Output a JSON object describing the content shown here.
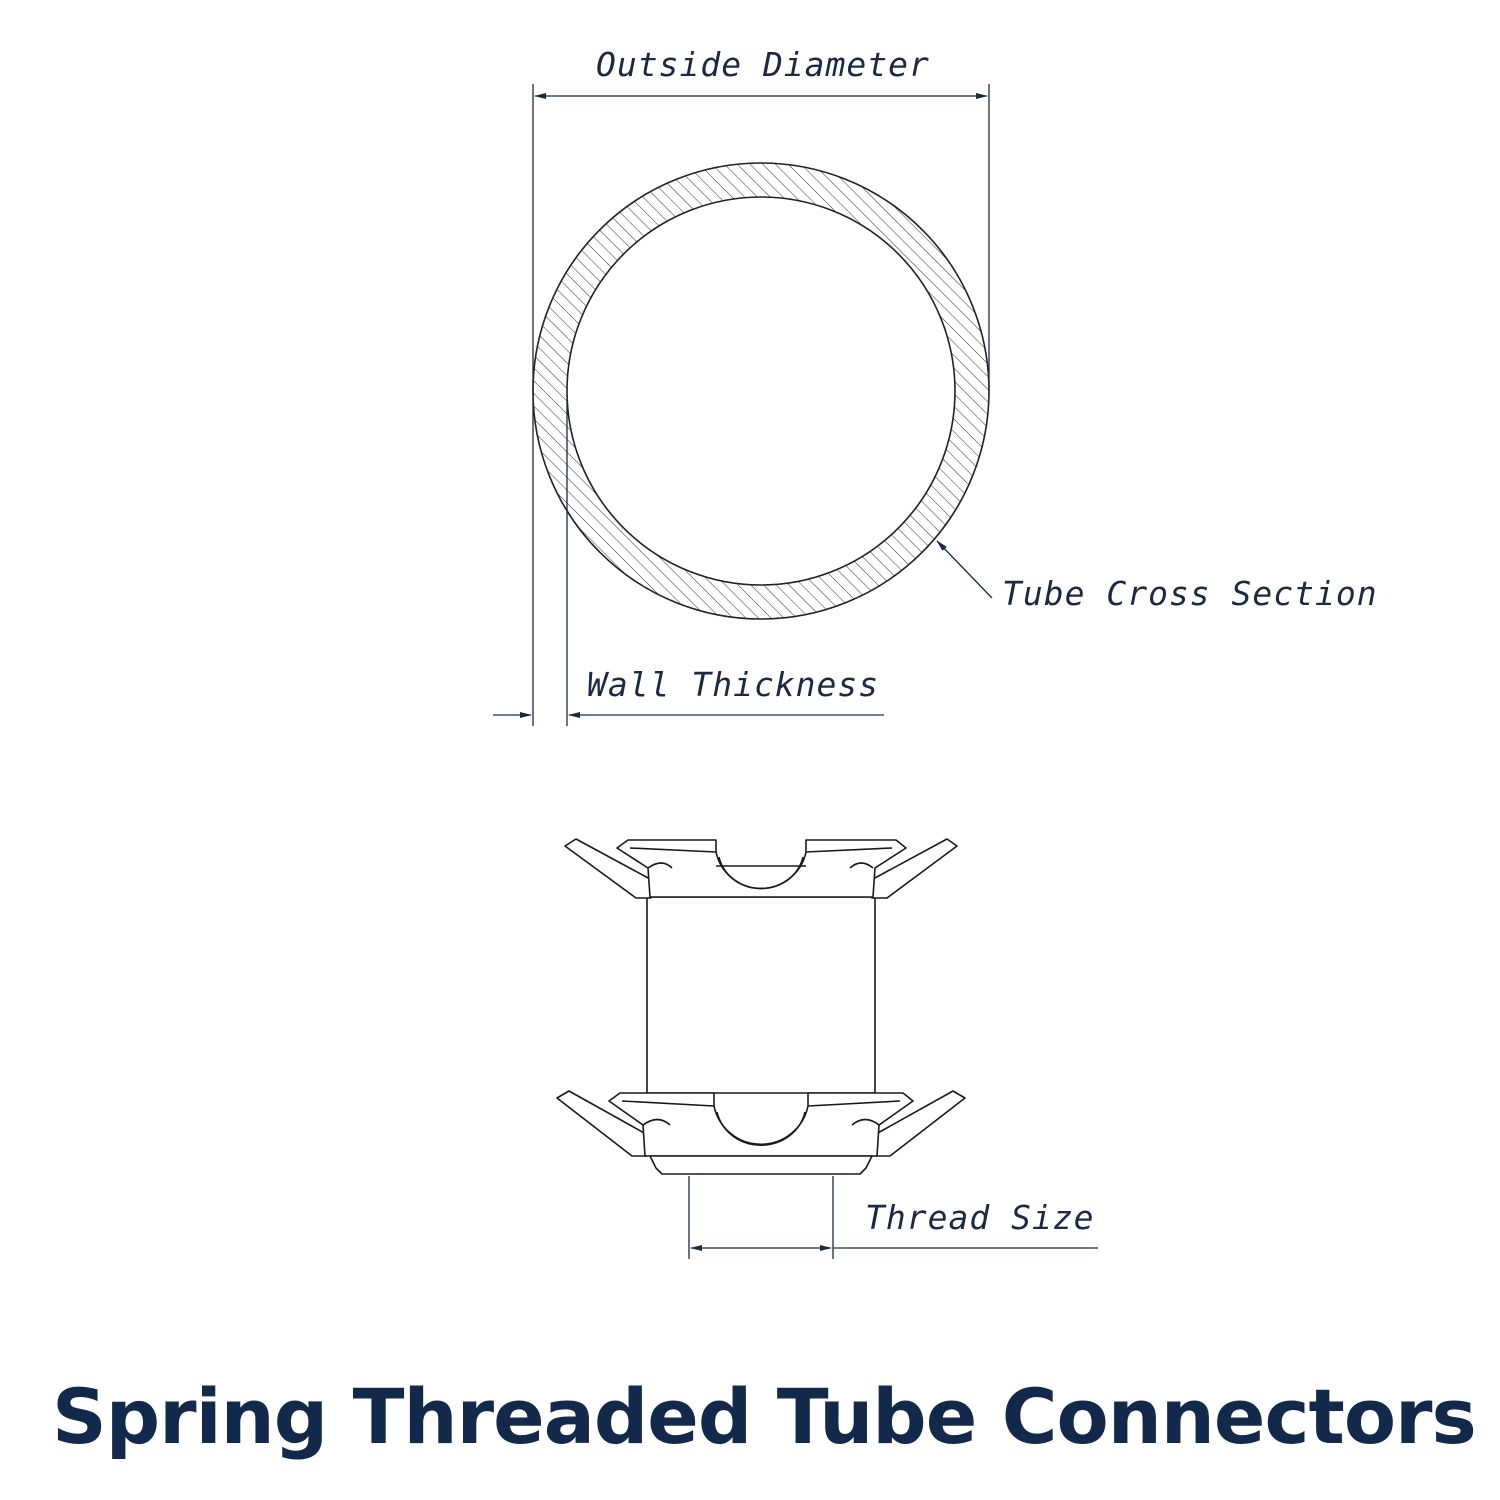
{
  "labels": {
    "outside_diameter": "Outside Diameter",
    "tube_cross_section": "Tube Cross Section",
    "wall_thickness": "Wall Thickness",
    "thread_size": "Thread Size"
  },
  "title": "Spring Threaded Tube Connectors",
  "colors": {
    "title": "#13294b",
    "line": "#1a1a1a",
    "dimension": "#1a2a44"
  }
}
